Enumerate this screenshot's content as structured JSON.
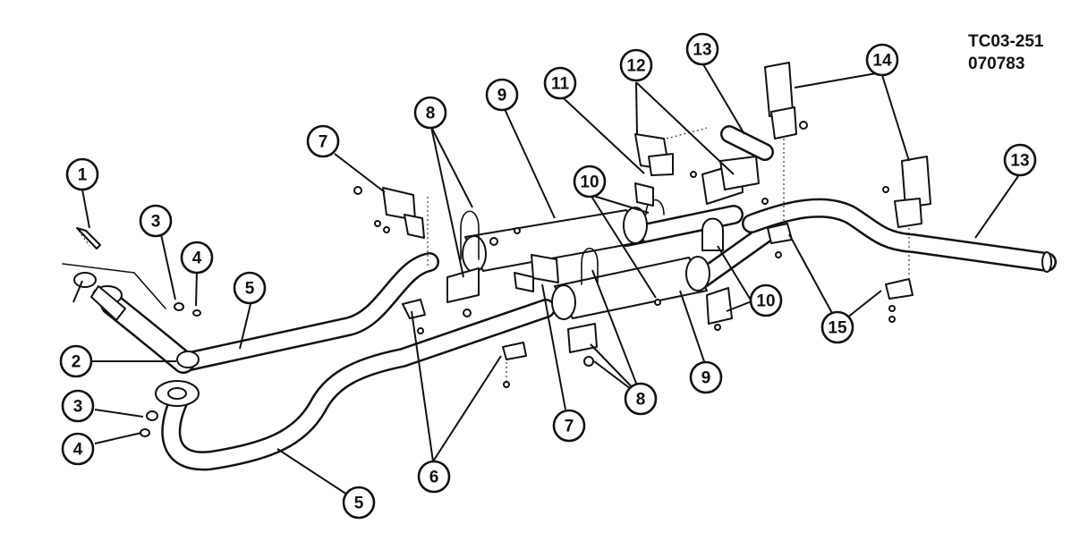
{
  "reference": {
    "code": "TC03-251",
    "date": "070783"
  },
  "callouts": [
    {
      "label": "1"
    },
    {
      "label": "2"
    },
    {
      "label": "3"
    },
    {
      "label": "3"
    },
    {
      "label": "4"
    },
    {
      "label": "4"
    },
    {
      "label": "5"
    },
    {
      "label": "5"
    },
    {
      "label": "6"
    },
    {
      "label": "7"
    },
    {
      "label": "7"
    },
    {
      "label": "8"
    },
    {
      "label": "8"
    },
    {
      "label": "9"
    },
    {
      "label": "9"
    },
    {
      "label": "10"
    },
    {
      "label": "10"
    },
    {
      "label": "11"
    },
    {
      "label": "12"
    },
    {
      "label": "13"
    },
    {
      "label": "13"
    },
    {
      "label": "14"
    },
    {
      "label": "15"
    }
  ]
}
